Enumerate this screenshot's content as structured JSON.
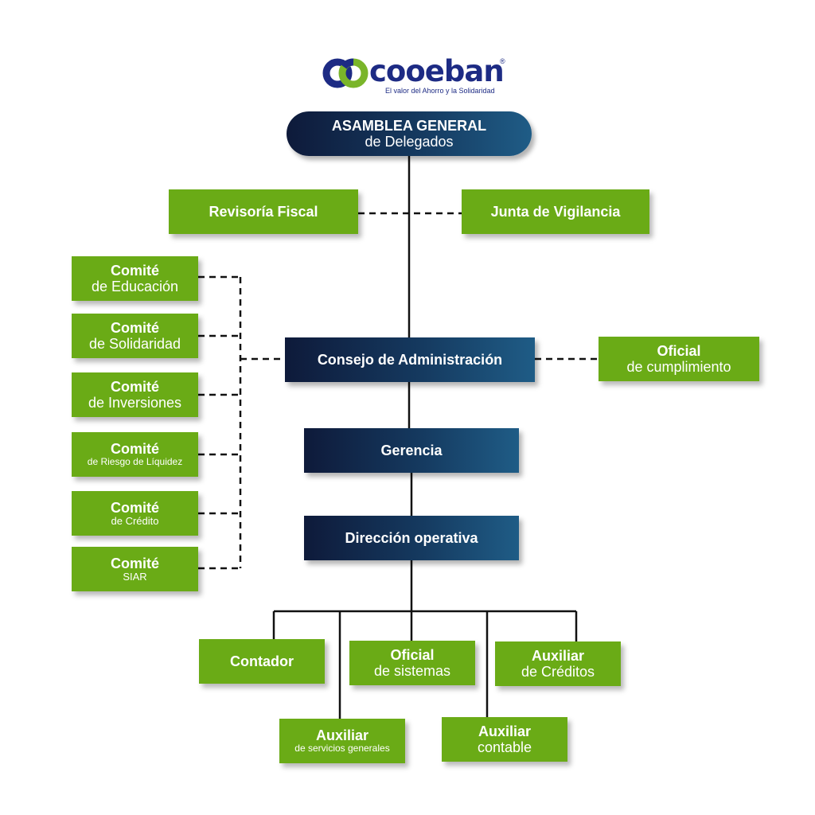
{
  "logo": {
    "name": "cooeban",
    "registered": "®",
    "tagline": "El valor del Ahorro y la Solidaridad",
    "colors": {
      "blue": "#1d2b84",
      "green": "#7ab52a"
    }
  },
  "colors": {
    "green_box": "#6aab16",
    "dark_box_start": "#0e1a3a",
    "dark_box_end": "#1f5c86",
    "line": "#111111"
  },
  "nodes": {
    "asamblea": {
      "line1": "ASAMBLEA GENERAL",
      "line2": "de Delegados"
    },
    "revisoria": {
      "label": "Revisoría Fiscal"
    },
    "junta": {
      "label": "Junta de Vigilancia"
    },
    "comite_educacion": {
      "line1": "Comité",
      "line2": "de Educación"
    },
    "comite_solidaridad": {
      "line1": "Comité",
      "line2": "de Solidaridad"
    },
    "comite_inversiones": {
      "line1": "Comité",
      "line2": "de Inversiones"
    },
    "comite_riesgo": {
      "line1": "Comité",
      "line2": "de Riesgo de Líquidez"
    },
    "comite_credito": {
      "line1": "Comité",
      "line2": "de Crédito"
    },
    "comite_siar": {
      "line1": "Comité",
      "line2": "SIAR"
    },
    "consejo": {
      "label": "Consejo de Administración"
    },
    "oficial_cumplimiento": {
      "line1": "Oficial",
      "line2": "de cumplimiento"
    },
    "gerencia": {
      "label": "Gerencia"
    },
    "direccion": {
      "label": "Dirección operativa"
    },
    "contador": {
      "label": "Contador"
    },
    "oficial_sistemas": {
      "line1": "Oficial",
      "line2": "de sistemas"
    },
    "auxiliar_creditos": {
      "line1": "Auxiliar",
      "line2": "de Créditos"
    },
    "auxiliar_servicios": {
      "line1": "Auxiliar",
      "line2": "de servicios generales"
    },
    "auxiliar_contable": {
      "line1": "Auxiliar",
      "line2": "contable"
    }
  }
}
